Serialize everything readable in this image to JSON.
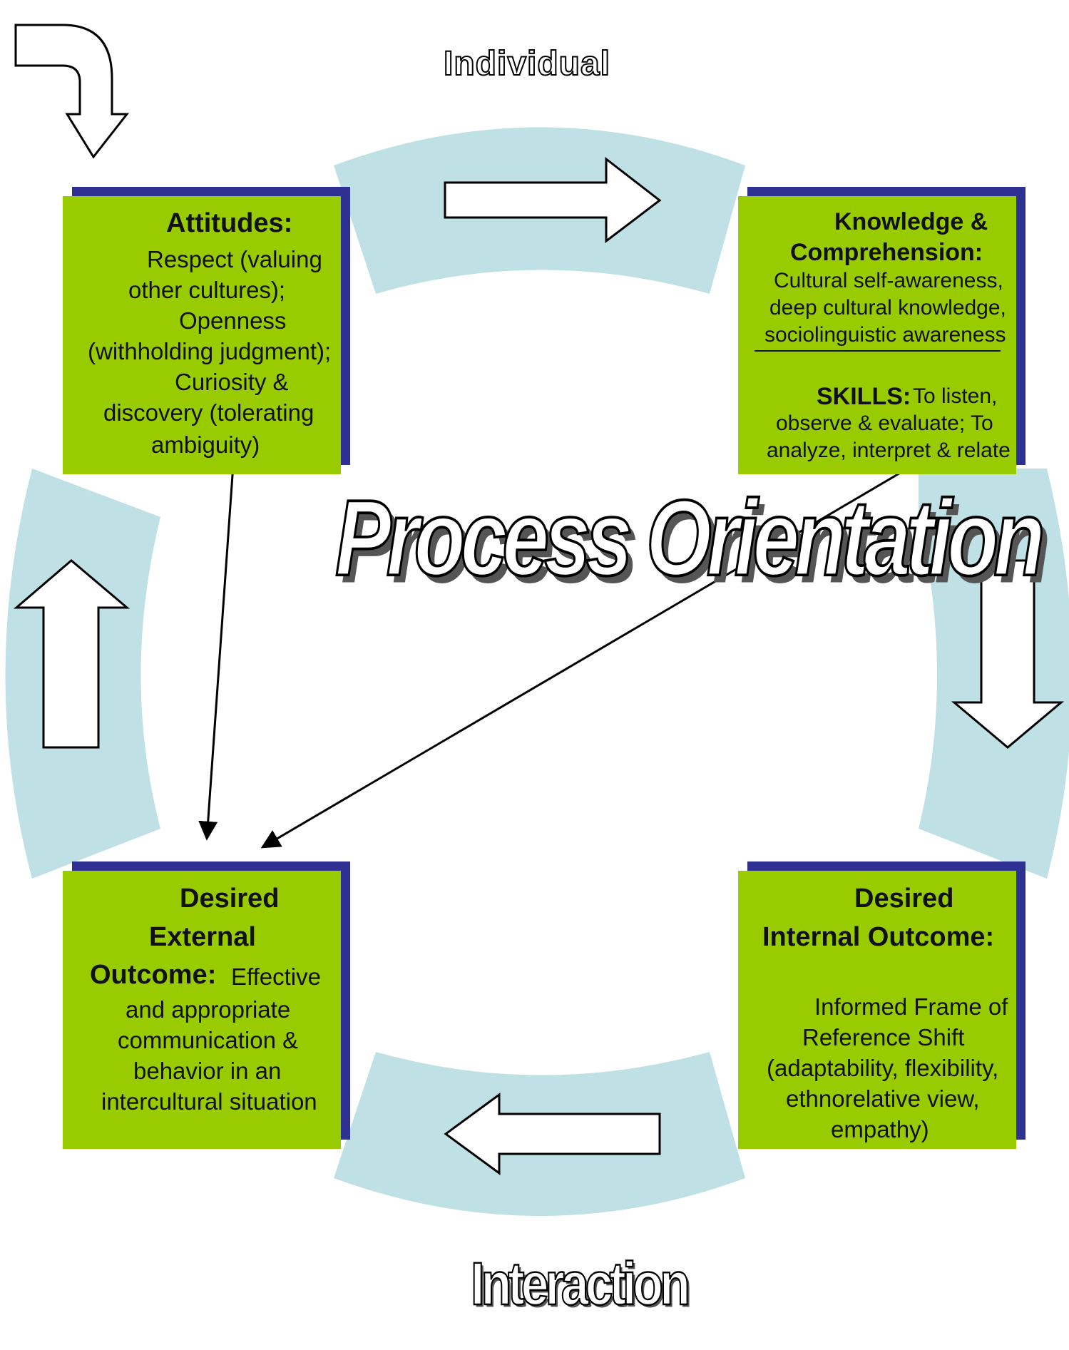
{
  "title": "Process Orientation",
  "top_label": "Individual",
  "bottom_label": "Interaction",
  "colors": {
    "box_fill": "#99cc00",
    "box_shadow": "#2e3192",
    "ring": "#bfe0e4",
    "arrow_outline": "#000000"
  },
  "boxes": {
    "attitudes": {
      "heading": "Attitudes:",
      "lines": [
        "Respect (valuing",
        "other cultures);",
        "Openness",
        "(withholding judgment);",
        "Curiosity &",
        "discovery (tolerating",
        "ambiguity)"
      ]
    },
    "knowledge": {
      "heading_1": "Knowledge &",
      "heading_2": "Comprehension:",
      "lines": [
        "Cultural self-awareness,",
        "deep cultural knowledge,",
        "sociolinguistic  awareness"
      ],
      "skills_label": "SKILLS:",
      "skills_lines": [
        "To listen,",
        "observe & evaluate; To",
        "analyze, interpret & relate"
      ]
    },
    "external": {
      "heading_1": "Desired",
      "heading_2": "External",
      "heading_3": "Outcome:",
      "lines": [
        "Effective",
        "and appropriate",
        "communication &",
        "behavior in an",
        "intercultural situation"
      ]
    },
    "internal": {
      "heading_1": "Desired",
      "heading_2": "Internal Outcome:",
      "lines": [
        "Informed Frame of",
        "Reference Shift",
        "(adaptability, flexibility,",
        "ethnorelative view,",
        "empathy)"
      ]
    }
  }
}
